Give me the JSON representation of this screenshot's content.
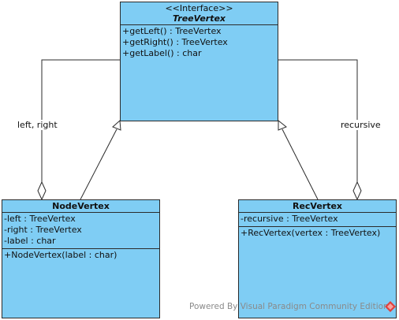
{
  "classes": {
    "tree_vertex": {
      "stereotype": "<<Interface>>",
      "name": "TreeVertex",
      "attributes": [],
      "operations": [
        "+getLeft() : TreeVertex",
        "+getRight() : TreeVertex",
        "+getLabel() : char"
      ]
    },
    "node_vertex": {
      "name": "NodeVertex",
      "attributes": [
        "-left : TreeVertex",
        "-right : TreeVertex",
        "-label : char"
      ],
      "operations": [
        "+NodeVertex(label : char)"
      ]
    },
    "rec_vertex": {
      "name": "RecVertex",
      "attributes": [
        "-recursive : TreeVertex"
      ],
      "operations": [
        "+RecVertex(vertex : TreeVertex)"
      ]
    }
  },
  "associations": {
    "left_right_label": "left, right",
    "recursive_label": "recursive"
  },
  "footer": {
    "text": "Powered By Visual Paradigm Community Edition"
  },
  "colors": {
    "class_fill": "#7fcdf4",
    "border": "#2b2b2b",
    "logo_red": "#e0403c"
  }
}
